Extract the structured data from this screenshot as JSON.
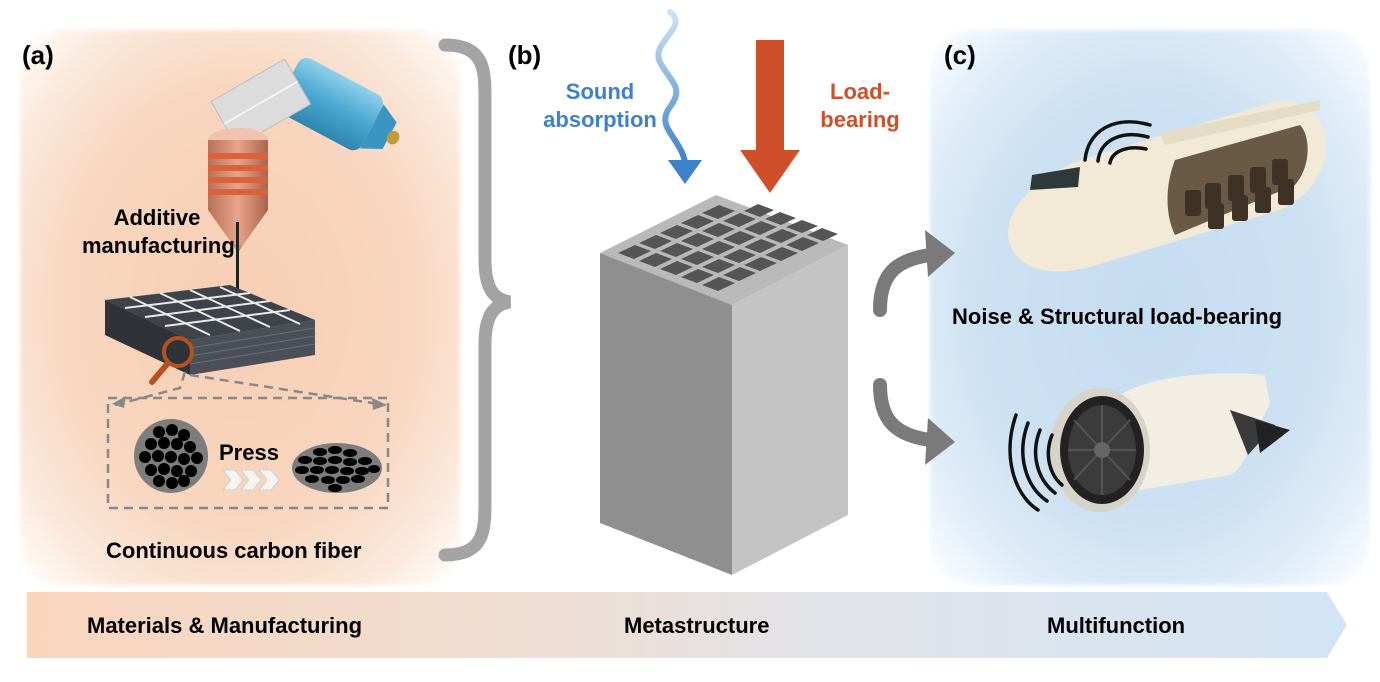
{
  "panels": {
    "a": {
      "letter": "(a)",
      "process_label_line1": "Additive",
      "process_label_line2": "manufacturing",
      "press_label": "Press",
      "material_label": "Continuous carbon fiber"
    },
    "b": {
      "letter": "(b)",
      "sound_label_line1": "Sound",
      "sound_label_line2": "absorption",
      "load_label_line1": "Load-",
      "load_label_line2": "bearing"
    },
    "c": {
      "letter": "(c)",
      "application_label": "Noise & Structural load-bearing"
    }
  },
  "bottom_bar": {
    "stages": [
      "Materials & Manufacturing",
      "Metastructure",
      "Multifunction"
    ]
  },
  "colors": {
    "sound_blue": "#3d82c8",
    "load_red": "#cf4f2b",
    "warm_bg": "#f7cfb4",
    "cool_bg": "#c6dcf1",
    "metastructure_gray": "#9a9a9a"
  },
  "icons": {
    "printhead": "printhead-icon",
    "lattice": "printed-lattice-icon",
    "magnifier": "magnifier-icon",
    "fiber_round": "fiber-bundle-round-icon",
    "fiber_pressed": "fiber-bundle-pressed-icon",
    "brace": "curly-brace-icon",
    "metastructure": "honeycomb-block-icon",
    "fuselage": "aircraft-fuselage-icon",
    "engine": "jet-engine-icon"
  }
}
